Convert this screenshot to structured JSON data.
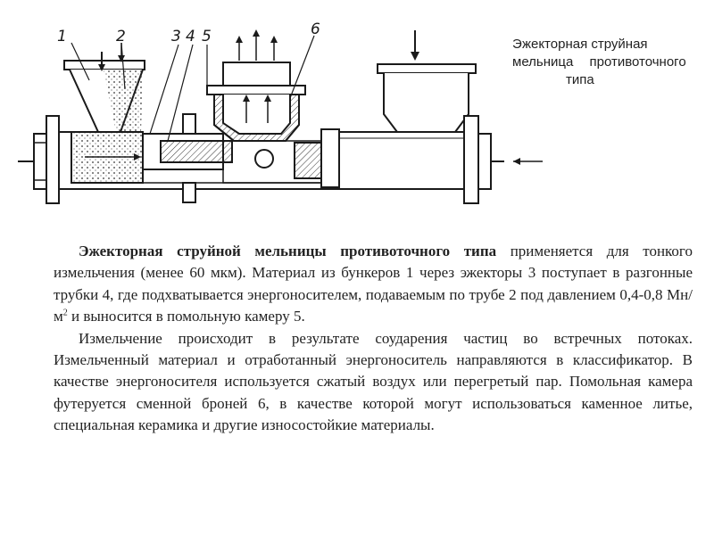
{
  "diagram": {
    "caption_lines": [
      "Эжекторная струйная",
      "мельница противоточного",
      "типа"
    ],
    "part_labels": [
      "1",
      "2",
      "3",
      "4",
      "5",
      "6"
    ]
  },
  "text": {
    "p1_bold": "Эжекторная струйной мельницы противоточного типа",
    "p1_a": " применяется для тонкого измельчения (менее 60 мкм). Материал из бункеров 1 через эжекторы 3 поступает в разгонные трубки 4, где подхватывается энергоносителем, подаваемым по трубе 2 под давлением 0,4-0,8 Мн/м",
    "p1_sup": "2",
    "p1_b": " и выносится в помольную камеру 5.",
    "p2": "Измельчение происходит в результате соударения частиц во встречных потоках. Измельченный материал и отработанный энергоноситель направляются в классификатор. В качестве энергоносителя используется сжатый воздух или перегретый пар. Помольная камера футеруется сменной броней 6, в качестве которой могут использоваться каменное литье, специальная керамика и другие износостойкие материалы."
  }
}
